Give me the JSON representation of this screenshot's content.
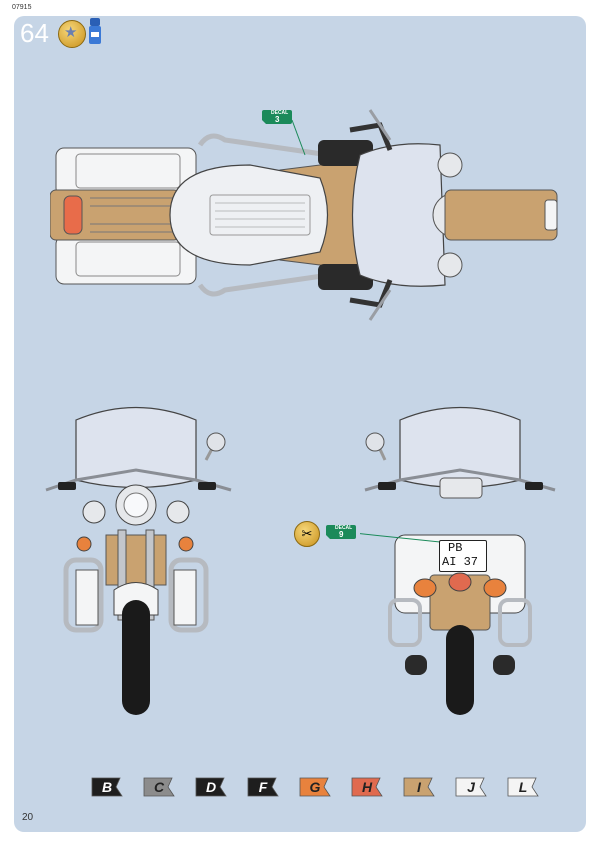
{
  "product_code": "07915",
  "step_number": "64",
  "page_number": "20",
  "icons": [
    "star-coin-icon",
    "paint-pot-icon",
    "scissors-icon"
  ],
  "decals": [
    {
      "label": "DECAL",
      "number": "3"
    },
    {
      "label": "DECAL",
      "number": "9"
    }
  ],
  "license_plate": {
    "line1": "PB",
    "line2": "AI 37"
  },
  "colors": {
    "panel": "#c6d5e6",
    "tan": "#c9a270",
    "chrome": "#d6d9de",
    "white": "#f4f5f6",
    "tire": "#1a1a1a",
    "decal_green": "#1b8a5a"
  },
  "color_codes": [
    {
      "letter": "B",
      "color": "#1e1e1e",
      "text": "#ffffff"
    },
    {
      "letter": "C",
      "color": "#8c8c8c",
      "text": "#222222"
    },
    {
      "letter": "D",
      "color": "#1e1e1e",
      "text": "#ffffff"
    },
    {
      "letter": "F",
      "color": "#1e1e1e",
      "text": "#ffffff"
    },
    {
      "letter": "G",
      "color": "#e8823d",
      "text": "#222222"
    },
    {
      "letter": "H",
      "color": "#e06a4f",
      "text": "#222222"
    },
    {
      "letter": "I",
      "color": "#c9a270",
      "text": "#222222"
    },
    {
      "letter": "J",
      "color": "#f4f4f4",
      "text": "#222222"
    },
    {
      "letter": "L",
      "color": "#f4f4f4",
      "text": "#222222"
    }
  ]
}
